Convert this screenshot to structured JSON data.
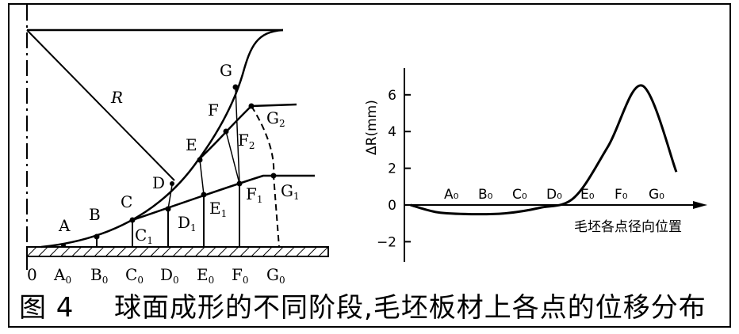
{
  "left_figure": {
    "radius_label": "R",
    "outer_points": [
      "A",
      "B",
      "C",
      "D",
      "E",
      "F",
      "G"
    ],
    "stage1_points": [
      {
        "main": "C",
        "sub": "1"
      },
      {
        "main": "D",
        "sub": "1"
      },
      {
        "main": "E",
        "sub": "1"
      },
      {
        "main": "F",
        "sub": "1"
      },
      {
        "main": "G",
        "sub": "1"
      }
    ],
    "stage2_points": [
      {
        "main": "F",
        "sub": "2"
      },
      {
        "main": "G",
        "sub": "2"
      }
    ],
    "base_labels": [
      {
        "main": "0",
        "sub": ""
      },
      {
        "main": "A",
        "sub": "0"
      },
      {
        "main": "B",
        "sub": "0"
      },
      {
        "main": "C",
        "sub": "0"
      },
      {
        "main": "D",
        "sub": "0"
      },
      {
        "main": "E",
        "sub": "0"
      },
      {
        "main": "F",
        "sub": "0"
      },
      {
        "main": "G",
        "sub": "0"
      }
    ]
  },
  "chart_data": {
    "type": "line",
    "ylabel": "ΔR(mm)",
    "xlabel": "毛坯各点径向位置",
    "yticks": [
      "6",
      "4",
      "2",
      "0",
      "−2"
    ],
    "ylim": [
      -2.3,
      6.5
    ],
    "categories": [
      "A₀",
      "B₀",
      "C₀",
      "D₀",
      "E₀",
      "F₀",
      "G₀"
    ],
    "x": [
      -0.8,
      0,
      1,
      2,
      3,
      4,
      5,
      6,
      7
    ],
    "values": [
      0,
      -0.4,
      -0.5,
      -0.45,
      -0.15,
      0.4,
      3.2,
      6.5,
      1.8
    ],
    "grid": false
  },
  "caption": {
    "number": "图 4",
    "text": "球面成形的不同阶段,毛坯板材上各点的位移分布"
  }
}
